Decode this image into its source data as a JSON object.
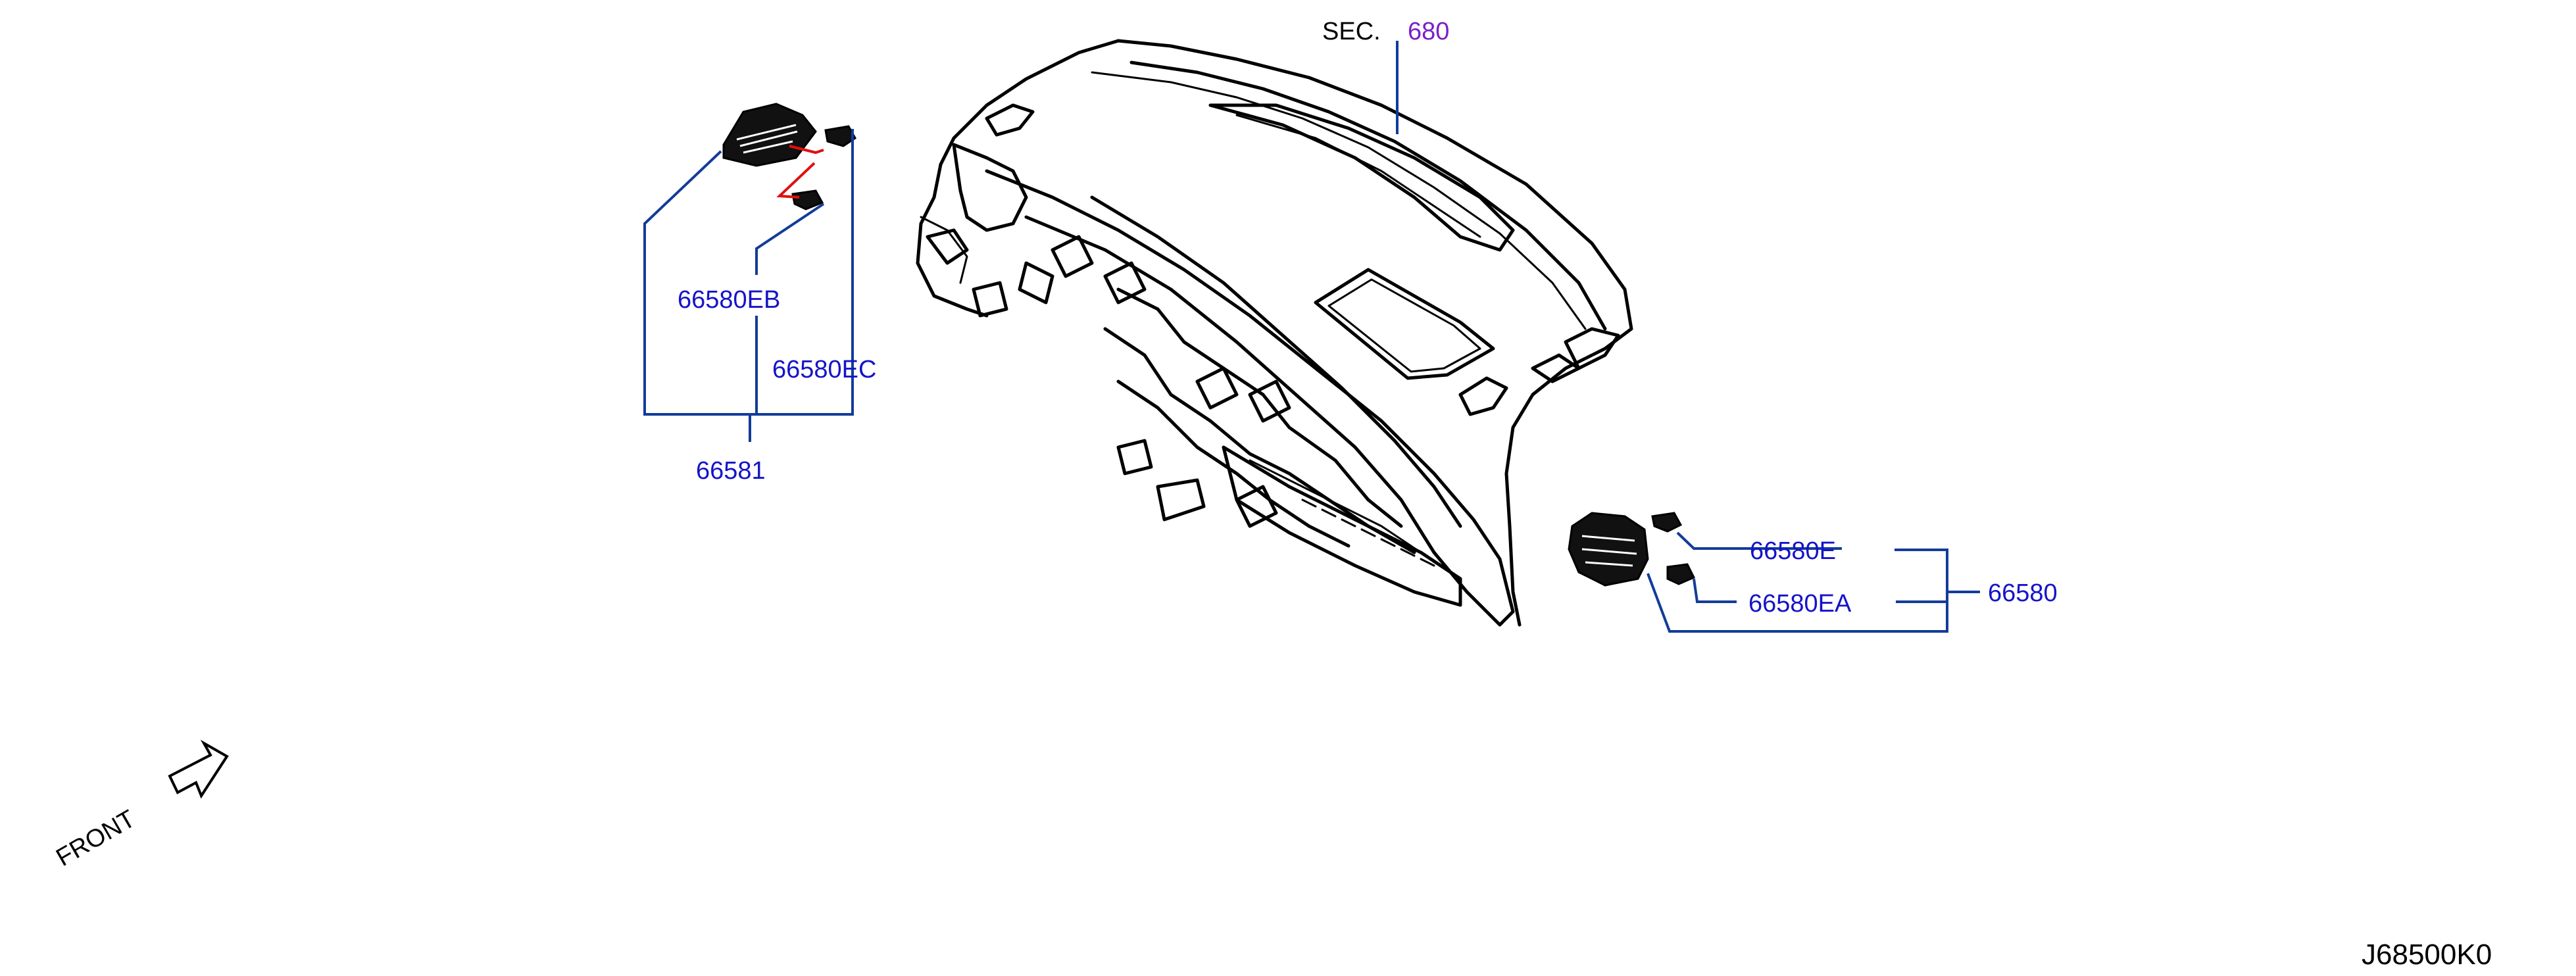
{
  "section": {
    "prefix": "SEC.",
    "number": "680",
    "number_color": "#7a1fc8"
  },
  "callouts": {
    "p66580EB": "66580EB",
    "p66580EC": "66580EC",
    "p66581": "66581",
    "p66580E": "66580E",
    "p66580EA": "66580EA",
    "p66580": "66580"
  },
  "front_label": "FRONT",
  "drawing_code": "J68500K0",
  "colors": {
    "callout_text": "#1414c8",
    "leader": "#123c9a",
    "highlight": "#e01010"
  }
}
